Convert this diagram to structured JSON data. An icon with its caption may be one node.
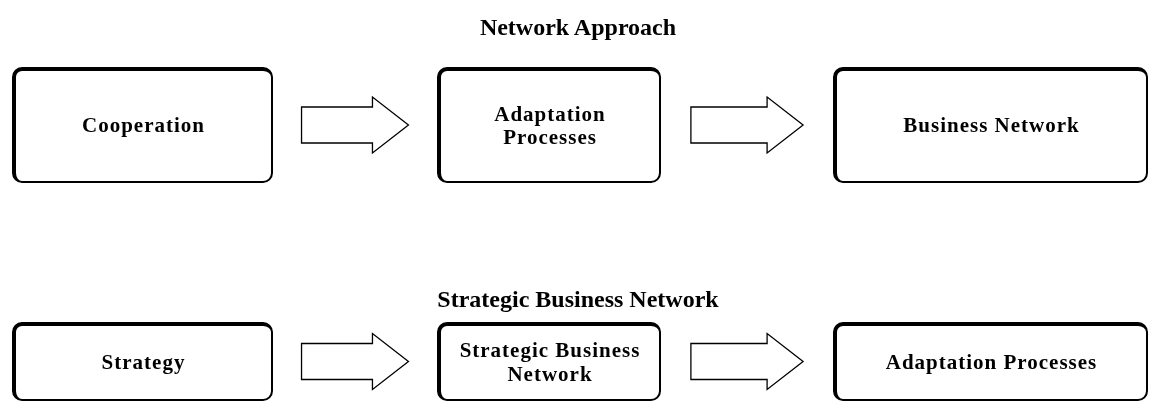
{
  "diagram": {
    "nodes": [
      {
        "text": [
          "Cooperation"
        ]
      },
      {
        "text": [
          "Adaptation Processes"
        ]
      },
      {
        "text": [
          "Business Network"
        ]
      },
      {
        "text": [
          "Strategy"
        ]
      },
      {
        "text": [
          "Strategic Business Network"
        ]
      },
      {
        "text": [
          "Adaptation Processes"
        ]
      }
    ],
    "edges": [
      {
        "from": 0,
        "to": 1,
        "arrow": "to"
      },
      {
        "from": 1,
        "to": 2,
        "arrow": "to"
      },
      {
        "from": 3,
        "to": 4,
        "arrow": "to"
      },
      {
        "from": 4,
        "to": 5,
        "arrow": "to"
      }
    ],
    "labels": [
      "Network Approach",
      "Strategic Business Network"
    ]
  }
}
